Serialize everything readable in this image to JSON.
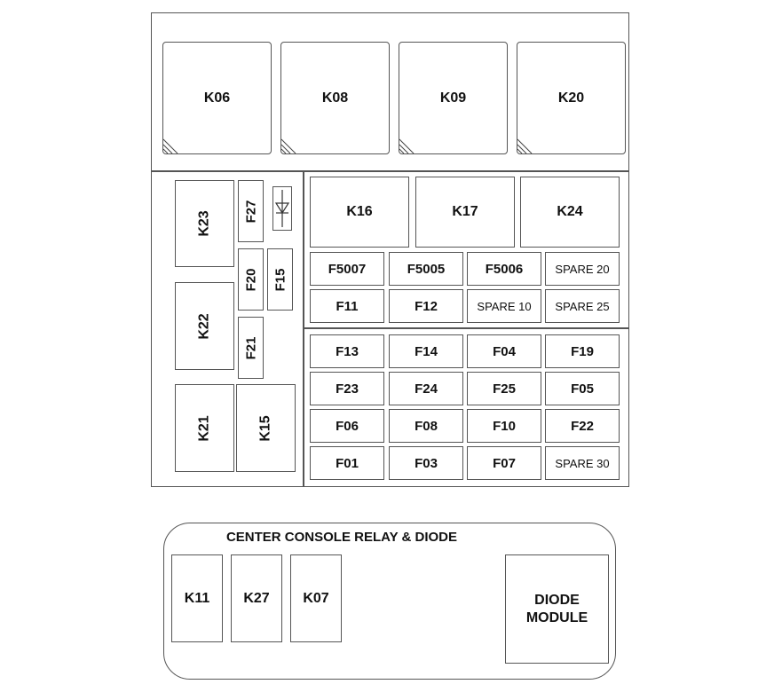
{
  "top_relays": [
    "K06",
    "K08",
    "K09",
    "K20"
  ],
  "left_relays": {
    "k23": "K23",
    "k22": "K22",
    "k21": "K21",
    "k15": "K15"
  },
  "left_fuses": {
    "f27": "F27",
    "f20": "F20",
    "f15": "F15",
    "f21": "F21"
  },
  "mid_relays": [
    "K16",
    "K17",
    "K24"
  ],
  "mid_fuses": [
    [
      "F5007",
      "F5005",
      "F5006",
      "SPARE 20"
    ],
    [
      "F11",
      "F12",
      "SPARE 10",
      "SPARE 25"
    ]
  ],
  "lower_fuses": [
    [
      "F13",
      "F14",
      "F04",
      "F19"
    ],
    [
      "F23",
      "F24",
      "F25",
      "F05"
    ],
    [
      "F06",
      "F08",
      "F10",
      "F22"
    ],
    [
      "F01",
      "F03",
      "F07",
      "SPARE 30"
    ]
  ],
  "console": {
    "title": "CENTER CONSOLE RELAY & DIODE",
    "relays": [
      "K11",
      "K27",
      "K07"
    ],
    "diode_line1": "DIODE",
    "diode_line2": "MODULE"
  },
  "icons": {
    "diode_symbol": "diode-icon",
    "relay_corner": "relay-corner-mark-icon"
  }
}
